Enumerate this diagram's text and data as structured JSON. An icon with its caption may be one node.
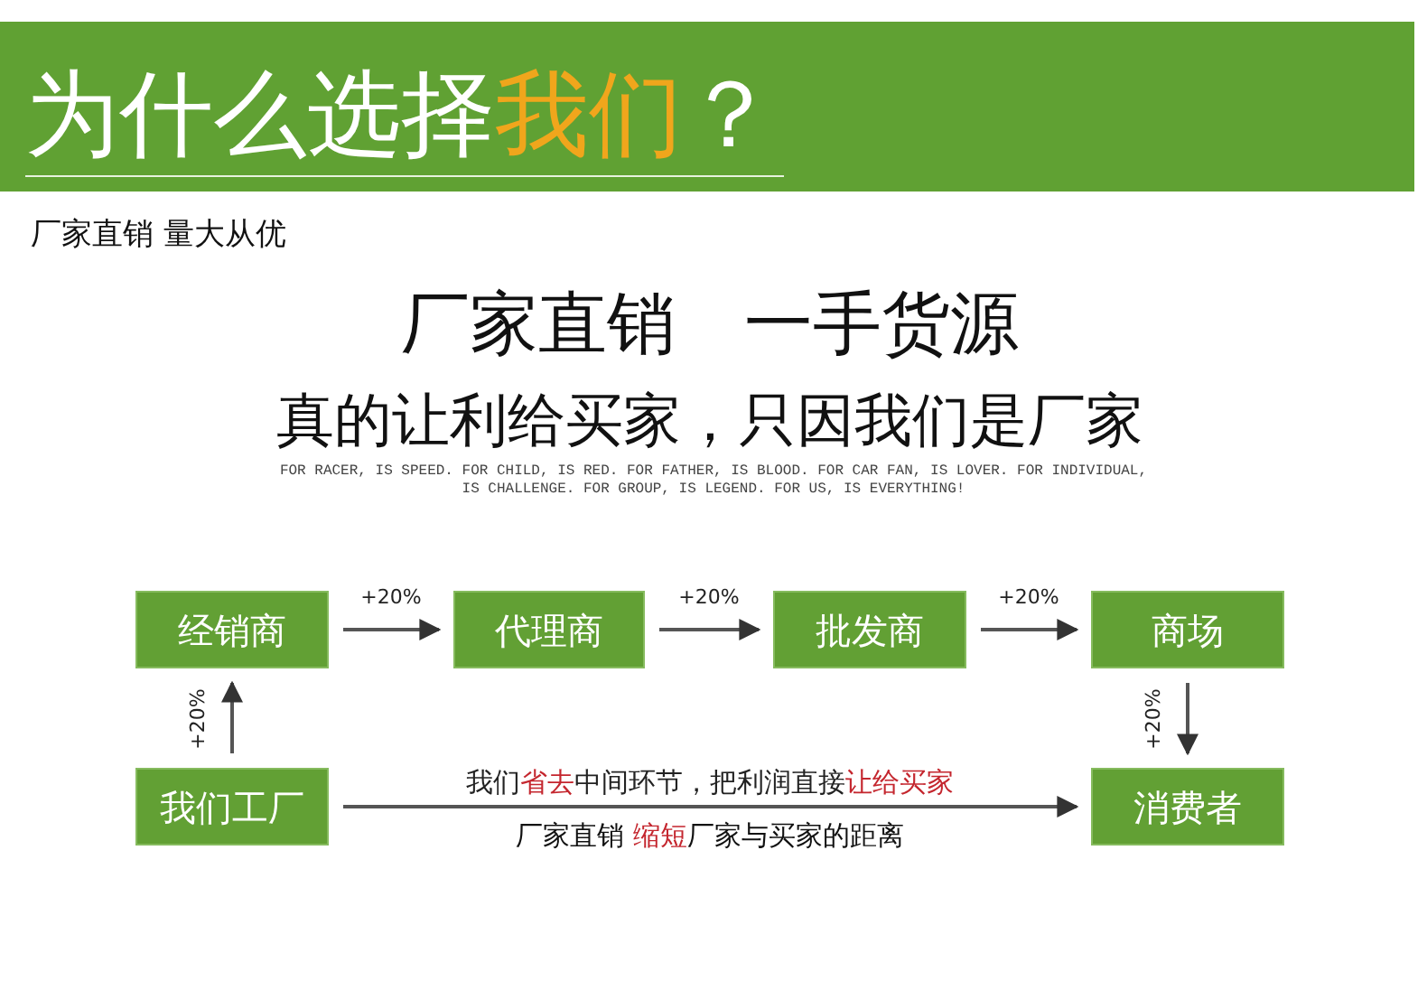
{
  "diagram": {
    "title": "为什么选择**我们**？",
    "nodes": [
      {
        "text": [
          "经销商"
        ]
      },
      {
        "text": [
          "代理商"
        ]
      },
      {
        "text": [
          "批发商"
        ]
      },
      {
        "text": [
          "商场"
        ]
      },
      {
        "text": [
          "我们工厂"
        ]
      },
      {
        "text": [
          "消费者"
        ]
      }
    ],
    "edges": [
      {
        "from": 4,
        "to": 0,
        "arrow": "to",
        "label": "+20%"
      },
      {
        "from": 0,
        "to": 1,
        "arrow": "to",
        "label": "+20%"
      },
      {
        "from": 1,
        "to": 2,
        "arrow": "to",
        "label": "+20%"
      },
      {
        "from": 2,
        "to": 3,
        "arrow": "to",
        "label": "+20%"
      },
      {
        "from": 3,
        "to": 5,
        "arrow": "to",
        "label": "+20%"
      },
      {
        "from": 4,
        "to": 5,
        "arrow": "to",
        "label": "我们**省去**中间环节，把利润直接**让给买家**"
      }
    ],
    "labels": [
      "厂家直销 量大从优",
      "厂家直销　一手货源",
      "真的让利给买家，只因我们是厂家",
      "FOR RACER, IS SPEED. FOR CHILD, IS RED. FOR FATHER, IS BLOOD. FOR CAR FAN, IS LOVER. FOR INDIVIDUAL, IS CHALLENGE. FOR GROUP, IS LEGEND. FOR US, IS EVERYTHING!",
      "厂家直销 **缩短**厂家与买家的距离"
    ]
  }
}
